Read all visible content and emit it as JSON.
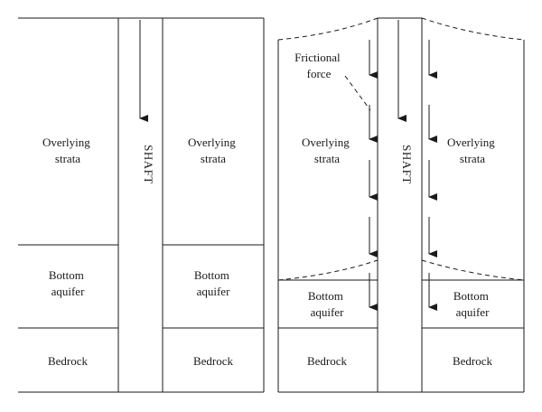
{
  "left_panel": {
    "shaft_label": "SHAFT",
    "left_overlying": [
      "Overlying",
      "strata"
    ],
    "right_overlying": [
      "Overlying",
      "strata"
    ],
    "left_aquifer": [
      "Bottom",
      "aquifer"
    ],
    "right_aquifer": [
      "Bottom",
      "aquifer"
    ],
    "left_bedrock": "Bedrock",
    "right_bedrock": "Bedrock"
  },
  "right_panel": {
    "shaft_label": "SHAFT",
    "friction_label": [
      "Frictional",
      "force"
    ],
    "left_overlying": [
      "Overlying",
      "strata"
    ],
    "right_overlying": [
      "Overlying",
      "strata"
    ],
    "left_aquifer": [
      "Bottom",
      "aquifer"
    ],
    "right_aquifer": [
      "Bottom",
      "aquifer"
    ],
    "left_bedrock": "Bedrock",
    "right_bedrock": "Bedrock"
  },
  "colors": {
    "line": "#1a1a1a",
    "background": "#ffffff"
  }
}
